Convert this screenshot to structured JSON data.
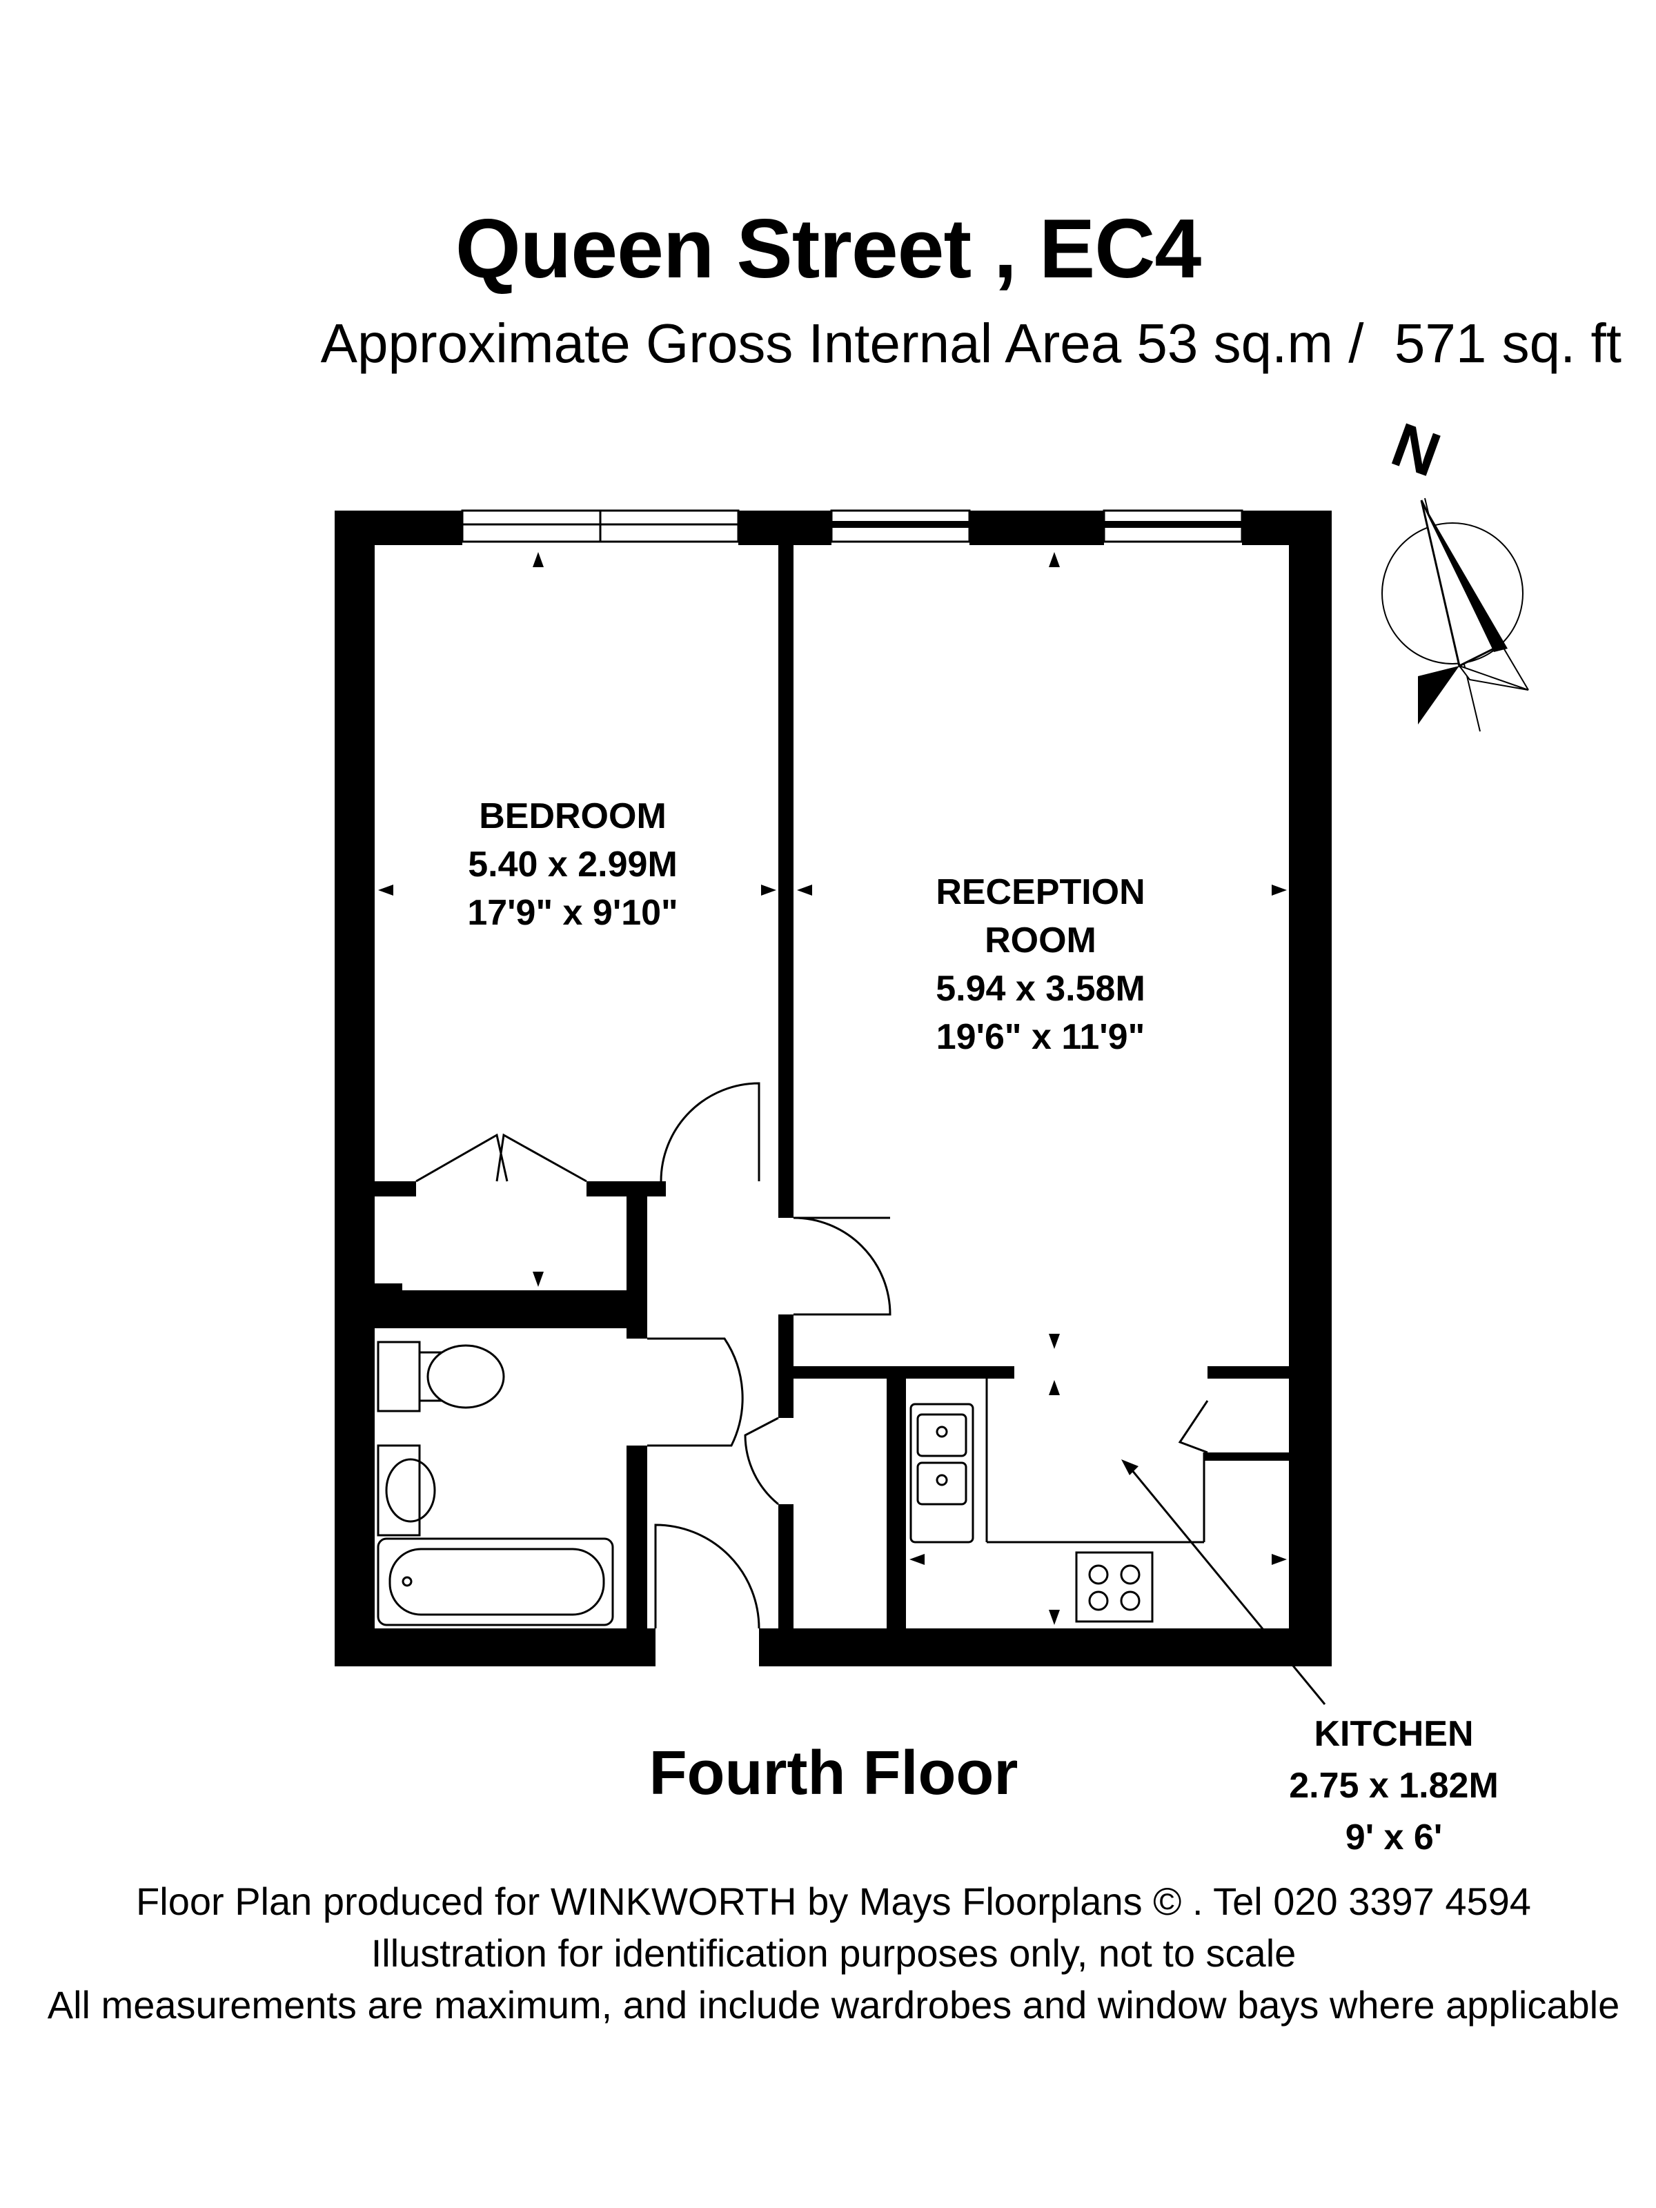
{
  "header": {
    "title": "Queen Street , EC4",
    "area": "Approximate Gross Internal Area 53 sq.m /  571 sq. ft"
  },
  "compass": {
    "label": "N"
  },
  "rooms": {
    "bedroom": {
      "name": "BEDROOM",
      "metric": "5.40 x 2.99M",
      "imperial": "17'9\" x 9'10\""
    },
    "reception": {
      "name1": "RECEPTION",
      "name2": "ROOM",
      "metric": "5.94 x 3.58M",
      "imperial": "19'6\" x 11'9\""
    },
    "kitchen": {
      "name": "KITCHEN",
      "metric": "2.75 x 1.82M",
      "imperial": "9' x 6'"
    }
  },
  "floor_label": "Fourth Floor",
  "footer": {
    "line1": "Floor Plan produced for WINKWORTH by Mays Floorplans  © . Tel 020 3397 4594",
    "line2": "Illustration for identification purposes only, not to scale",
    "line3": "All measurements are maximum, and include wardrobes and window bays where applicable"
  },
  "colors": {
    "wall": "#000000",
    "background": "#ffffff",
    "line": "#000000"
  }
}
